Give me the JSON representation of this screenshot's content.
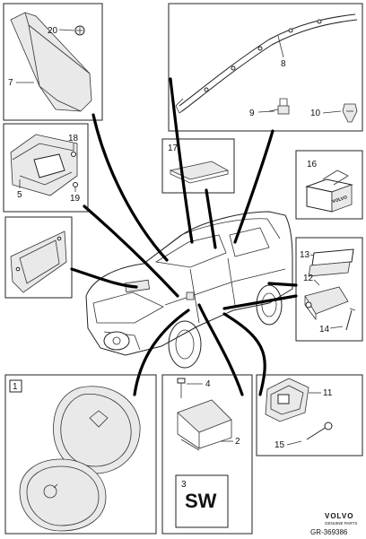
{
  "callouts": {
    "c1": "1",
    "c2": "2",
    "c3": "3",
    "c4": "4",
    "c5": "5",
    "c7": "7",
    "c8": "8",
    "c9": "9",
    "c10": "10",
    "c11": "11",
    "c12": "12",
    "c13": "13",
    "c14": "14",
    "c15": "15",
    "c16": "16",
    "c17": "17",
    "c18": "18",
    "c19": "19",
    "c20": "20"
  },
  "software_label": "SW",
  "package_text": "VOLVO",
  "brand": {
    "name": "VOLVO",
    "tagline": "GENUINE PARTS"
  },
  "reference": "GR-369386"
}
